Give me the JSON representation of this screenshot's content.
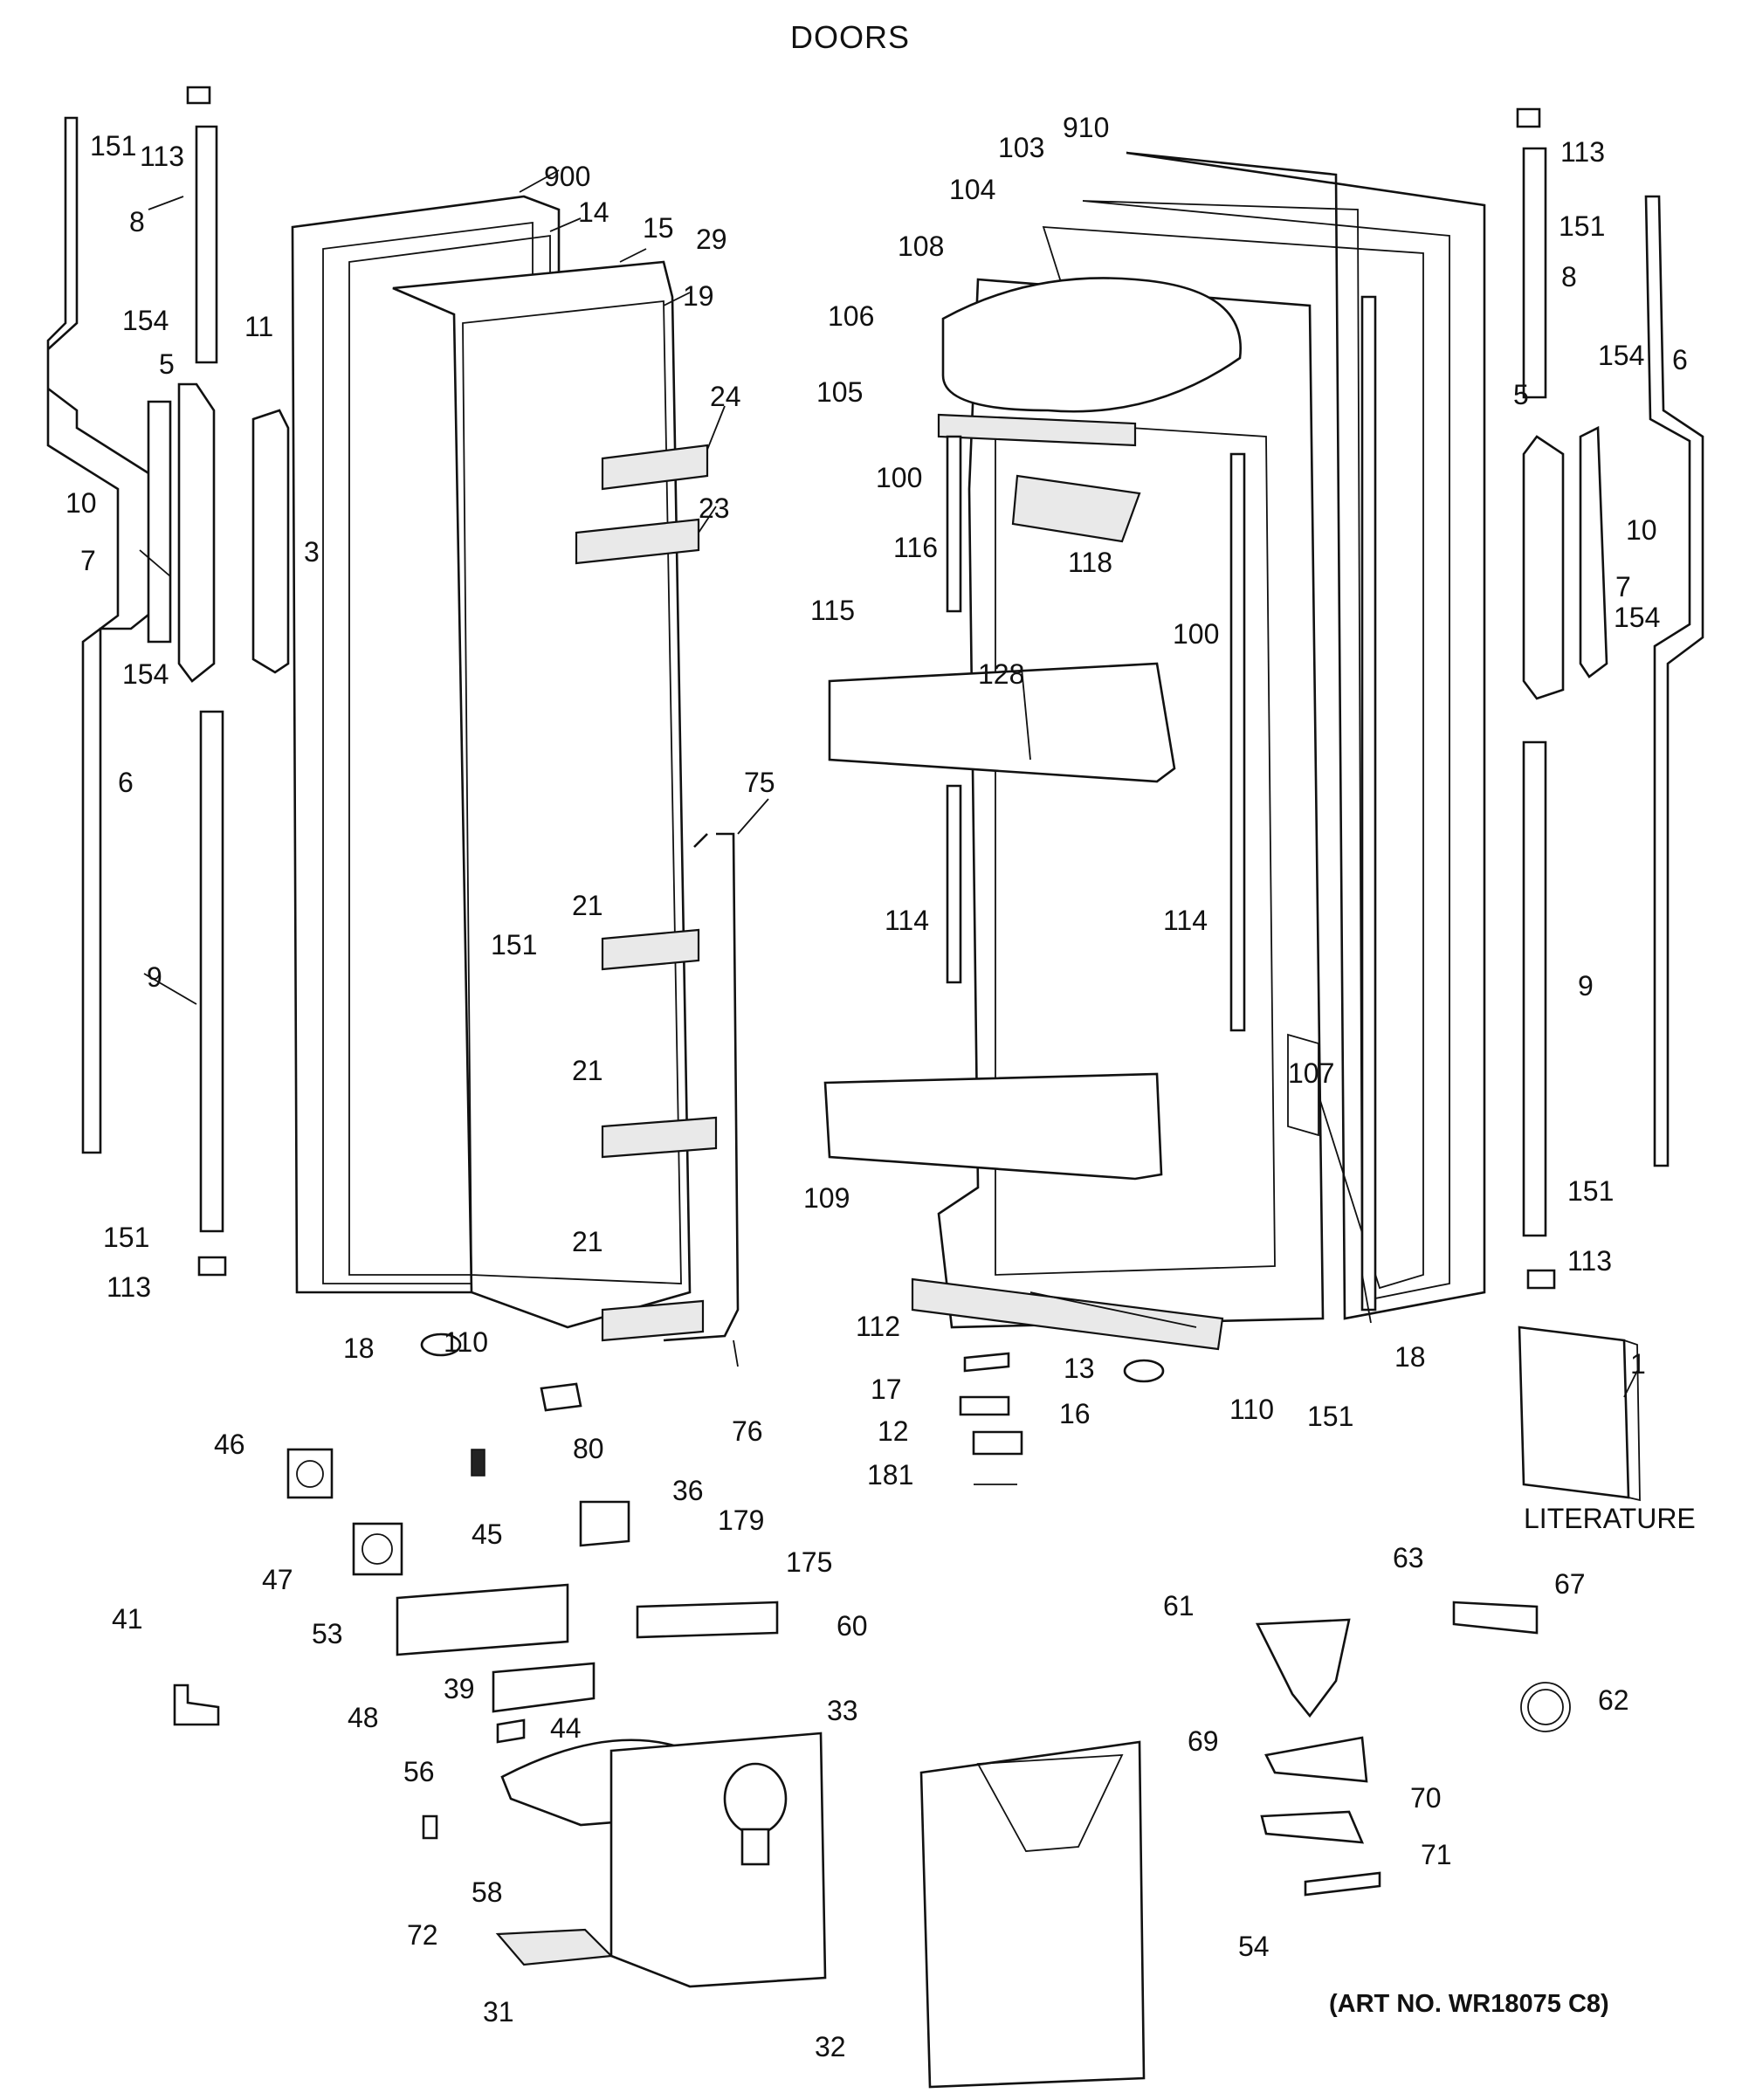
{
  "title": "DOORS",
  "art_number": "(ART NO. WR18075 C8)",
  "literature_label": "LITERATURE",
  "part_labels": [
    "1",
    "3",
    "5",
    "5",
    "6",
    "6",
    "7",
    "7",
    "8",
    "8",
    "9",
    "9",
    "10",
    "10",
    "11",
    "12",
    "13",
    "14",
    "15",
    "16",
    "17",
    "18",
    "18",
    "19",
    "21",
    "21",
    "21",
    "23",
    "24",
    "29",
    "31",
    "32",
    "33",
    "36",
    "39",
    "41",
    "44",
    "45",
    "46",
    "47",
    "48",
    "53",
    "54",
    "56",
    "58",
    "60",
    "61",
    "62",
    "63",
    "67",
    "69",
    "70",
    "71",
    "72",
    "75",
    "76",
    "80",
    "100",
    "100",
    "103",
    "104",
    "105",
    "106",
    "107",
    "108",
    "109",
    "110",
    "110",
    "112",
    "113",
    "113",
    "113",
    "113",
    "114",
    "114",
    "115",
    "116",
    "118",
    "128",
    "151",
    "151",
    "151",
    "151",
    "151",
    "151",
    "154",
    "154",
    "154",
    "154",
    "175",
    "179",
    "181",
    "900",
    "910"
  ]
}
